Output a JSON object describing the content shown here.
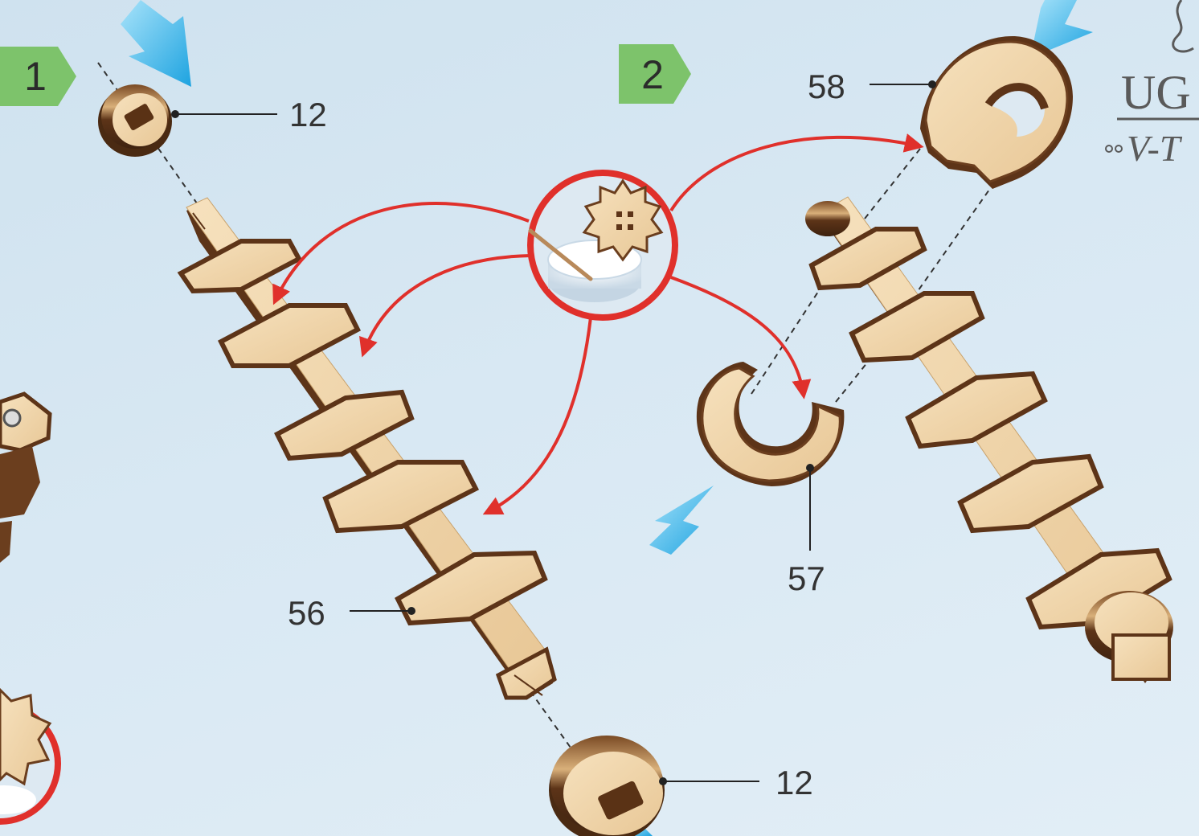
{
  "steps": [
    {
      "label": "1"
    },
    {
      "label": "2"
    }
  ],
  "parts": {
    "ring_top": "12",
    "rod_left": "56",
    "c_piece": "57",
    "s_piece": "58",
    "ring_bottom": "12"
  },
  "logo": {
    "text": "UG",
    "subtext": "V-T"
  },
  "colors": {
    "arrow_red": "#e0302b",
    "step_badge": "#7dc36b",
    "blue_arrow": "#33b2e6",
    "wood_light": "#f1d6ae",
    "wood_dark": "#6b3e1e"
  }
}
